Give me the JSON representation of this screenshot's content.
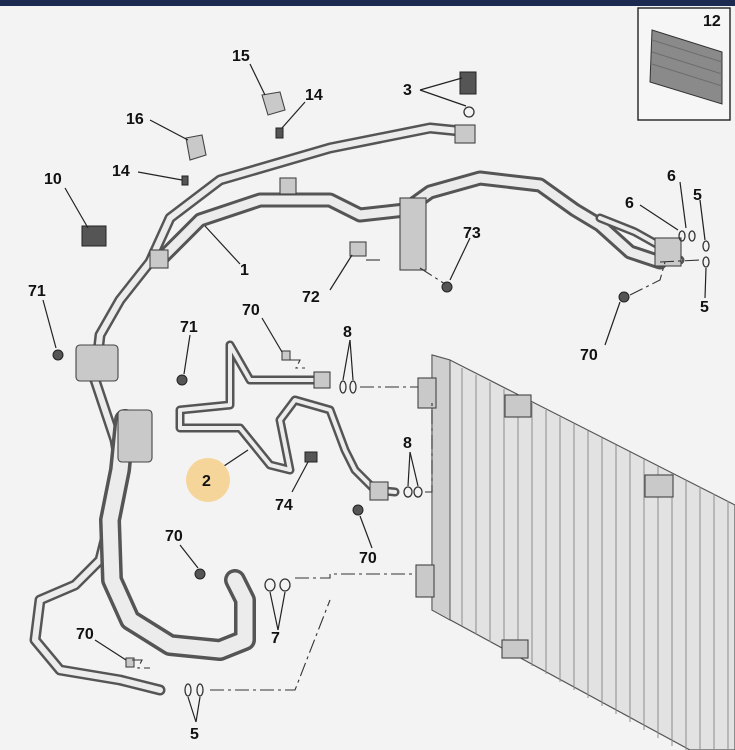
{
  "callouts": {
    "c12": "12",
    "c15": "15",
    "c14a": "14",
    "c3": "3",
    "c16": "16",
    "c10": "10",
    "c14b": "14",
    "c6a": "6",
    "c5a": "5",
    "c6b": "6",
    "c1": "1",
    "c73": "73",
    "c72": "72",
    "c5b": "5",
    "c71a": "71",
    "c70a": "70",
    "c70b": "70",
    "c71b": "71",
    "c8a": "8",
    "c8b": "8",
    "c2": "2",
    "c74": "74",
    "c70c": "70",
    "c70d": "70",
    "c7": "7",
    "c70e": "70",
    "c5c": "5"
  },
  "colors": {
    "highlight": "#f6d59a",
    "header": "#1c2a52"
  }
}
